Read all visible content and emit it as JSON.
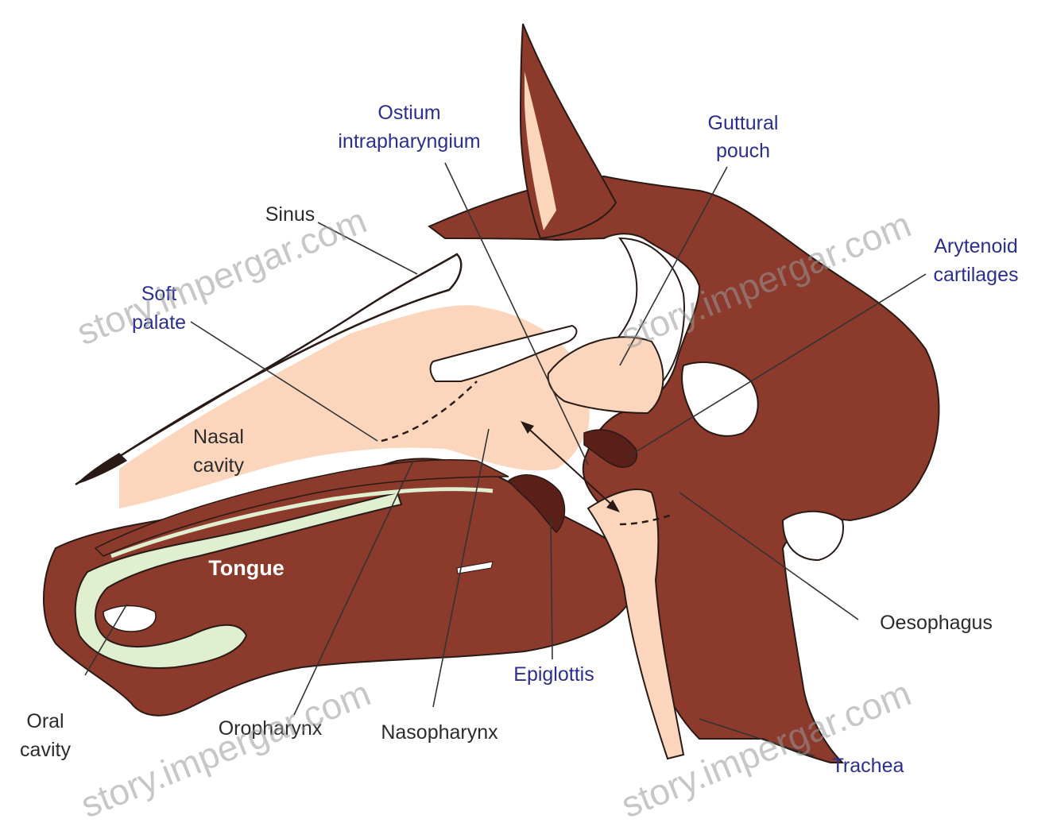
{
  "colors": {
    "tissue": "#8b3a2b",
    "tissue_dark": "#5a2018",
    "cavity": "#fbd6bd",
    "pale_green": "#dfefcf",
    "outline": "#2a1a16",
    "label_blue": "#2b2f8f",
    "label_dark": "#2b2b2b"
  },
  "labels": {
    "ostium_1": "Ostium",
    "ostium_2": "intrapharyngium",
    "guttural_1": "Guttural",
    "guttural_2": "pouch",
    "sinus": "Sinus",
    "soft_palate_1": "Soft",
    "soft_palate_2": "palate",
    "arytenoid_1": "Arytenoid",
    "arytenoid_2": "cartilages",
    "nasal_1": "Nasal",
    "nasal_2": "cavity",
    "tongue": "Tongue",
    "oesophagus": "Oesophagus",
    "epiglottis": "Epiglottis",
    "oral_1": "Oral",
    "oral_2": "cavity",
    "oropharynx": "Oropharynx",
    "nasopharynx": "Nasopharynx",
    "trachea": "Trachea"
  },
  "watermarks": [
    "story.impergar.com",
    "story.impergar.com",
    "story.impergar.com",
    "story.impergar.com"
  ]
}
